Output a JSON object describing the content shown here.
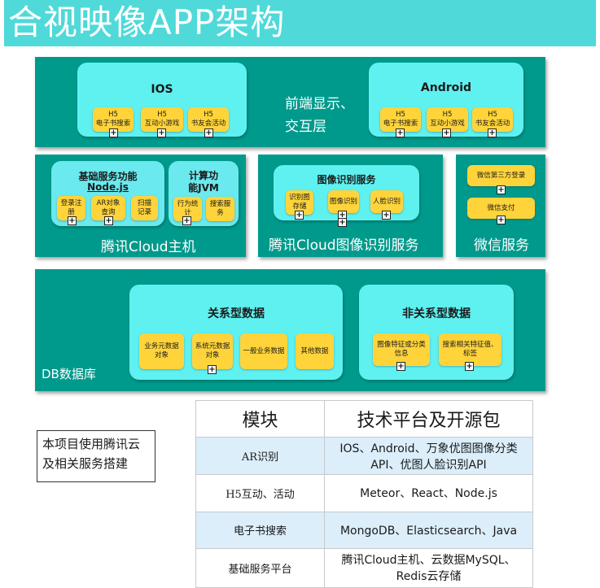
{
  "title": "合视映像APP架构",
  "frontend": {
    "label_line1": "前端显示、",
    "label_line2": "交互层",
    "ios": {
      "name": "IOS",
      "chips": [
        {
          "line1": "H5",
          "line2": "电子书搜索"
        },
        {
          "line1": "H5",
          "line2": "互动小游戏"
        },
        {
          "line1": "H5",
          "line2": "书友会活动"
        }
      ]
    },
    "android": {
      "name": "Android",
      "chips": [
        {
          "line1": "H5",
          "line2": "电子书搜索"
        },
        {
          "line1": "H5",
          "line2": "互动小游戏"
        },
        {
          "line1": "H5",
          "line2": "书友会活动"
        }
      ]
    }
  },
  "cloud_host": {
    "label": "腾讯Cloud主机",
    "basic": {
      "title_line1": "基础服务功能",
      "title_line2": "Node.js",
      "chips": [
        {
          "line1": "登录注",
          "line2": "册"
        },
        {
          "line1": "AR对象",
          "line2": "查询"
        },
        {
          "line1": "扫描",
          "line2": "记录"
        }
      ]
    },
    "compute": {
      "title_line1": "计算功",
      "title_line2": "能JVM",
      "chips": [
        {
          "line1": "行为统",
          "line2": "计"
        },
        {
          "line1": "搜索服",
          "line2": "务"
        }
      ]
    }
  },
  "image_service": {
    "label": "腾讯Cloud图像识别服务",
    "title": "图像识别服务",
    "chips": [
      {
        "line1": "识别图",
        "line2": "存储"
      },
      {
        "line1": "图像识别",
        "line2": ""
      },
      {
        "line1": "人脸识别",
        "line2": ""
      }
    ]
  },
  "wechat": {
    "label": "微信服务",
    "chips": [
      "微信第三方登录",
      "微信支付"
    ]
  },
  "db": {
    "label": "DB数据库",
    "relational": {
      "title": "关系型数据",
      "chips": [
        {
          "line1": "业务元数据",
          "line2": "对象"
        },
        {
          "line1": "系统元数据",
          "line2": "对象"
        },
        {
          "line1": "一般业务数据",
          "line2": ""
        },
        {
          "line1": "其他数据",
          "line2": ""
        }
      ]
    },
    "nonrelational": {
      "title": "非关系型数据",
      "chips": [
        {
          "line1": "图像特征或分类",
          "line2": "信息"
        },
        {
          "line1": "搜索相关特征值、",
          "line2": "标签"
        }
      ]
    }
  },
  "plus_symbol": "+",
  "table": {
    "header": [
      "模块",
      "技术平台及开源包"
    ],
    "rows": [
      {
        "module": "AR识别",
        "tech_line1": "IOS、Android、万象优图图像分类",
        "tech_line2": "API、优图人脸识别API"
      },
      {
        "module": "H5互动、活动",
        "tech_line1": "Meteor、React、Node.js",
        "tech_line2": ""
      },
      {
        "module": "电子书搜索",
        "tech_line1": "MongoDB、Elasticsearch、Java",
        "tech_line2": ""
      },
      {
        "module": "基础服务平台",
        "tech_line1": "腾讯Cloud主机、云数据MySQL、",
        "tech_line2": "Redis云存储"
      }
    ]
  },
  "note": {
    "line1": "本项目使用腾讯云",
    "line2": "及相关服务搭建"
  },
  "colors": {
    "banner": "#4fd9d9",
    "panel": "#009a8c",
    "inner": "#5ff0f0",
    "chip": "#ffd43b",
    "table_row_alt": "#dbeefa"
  }
}
